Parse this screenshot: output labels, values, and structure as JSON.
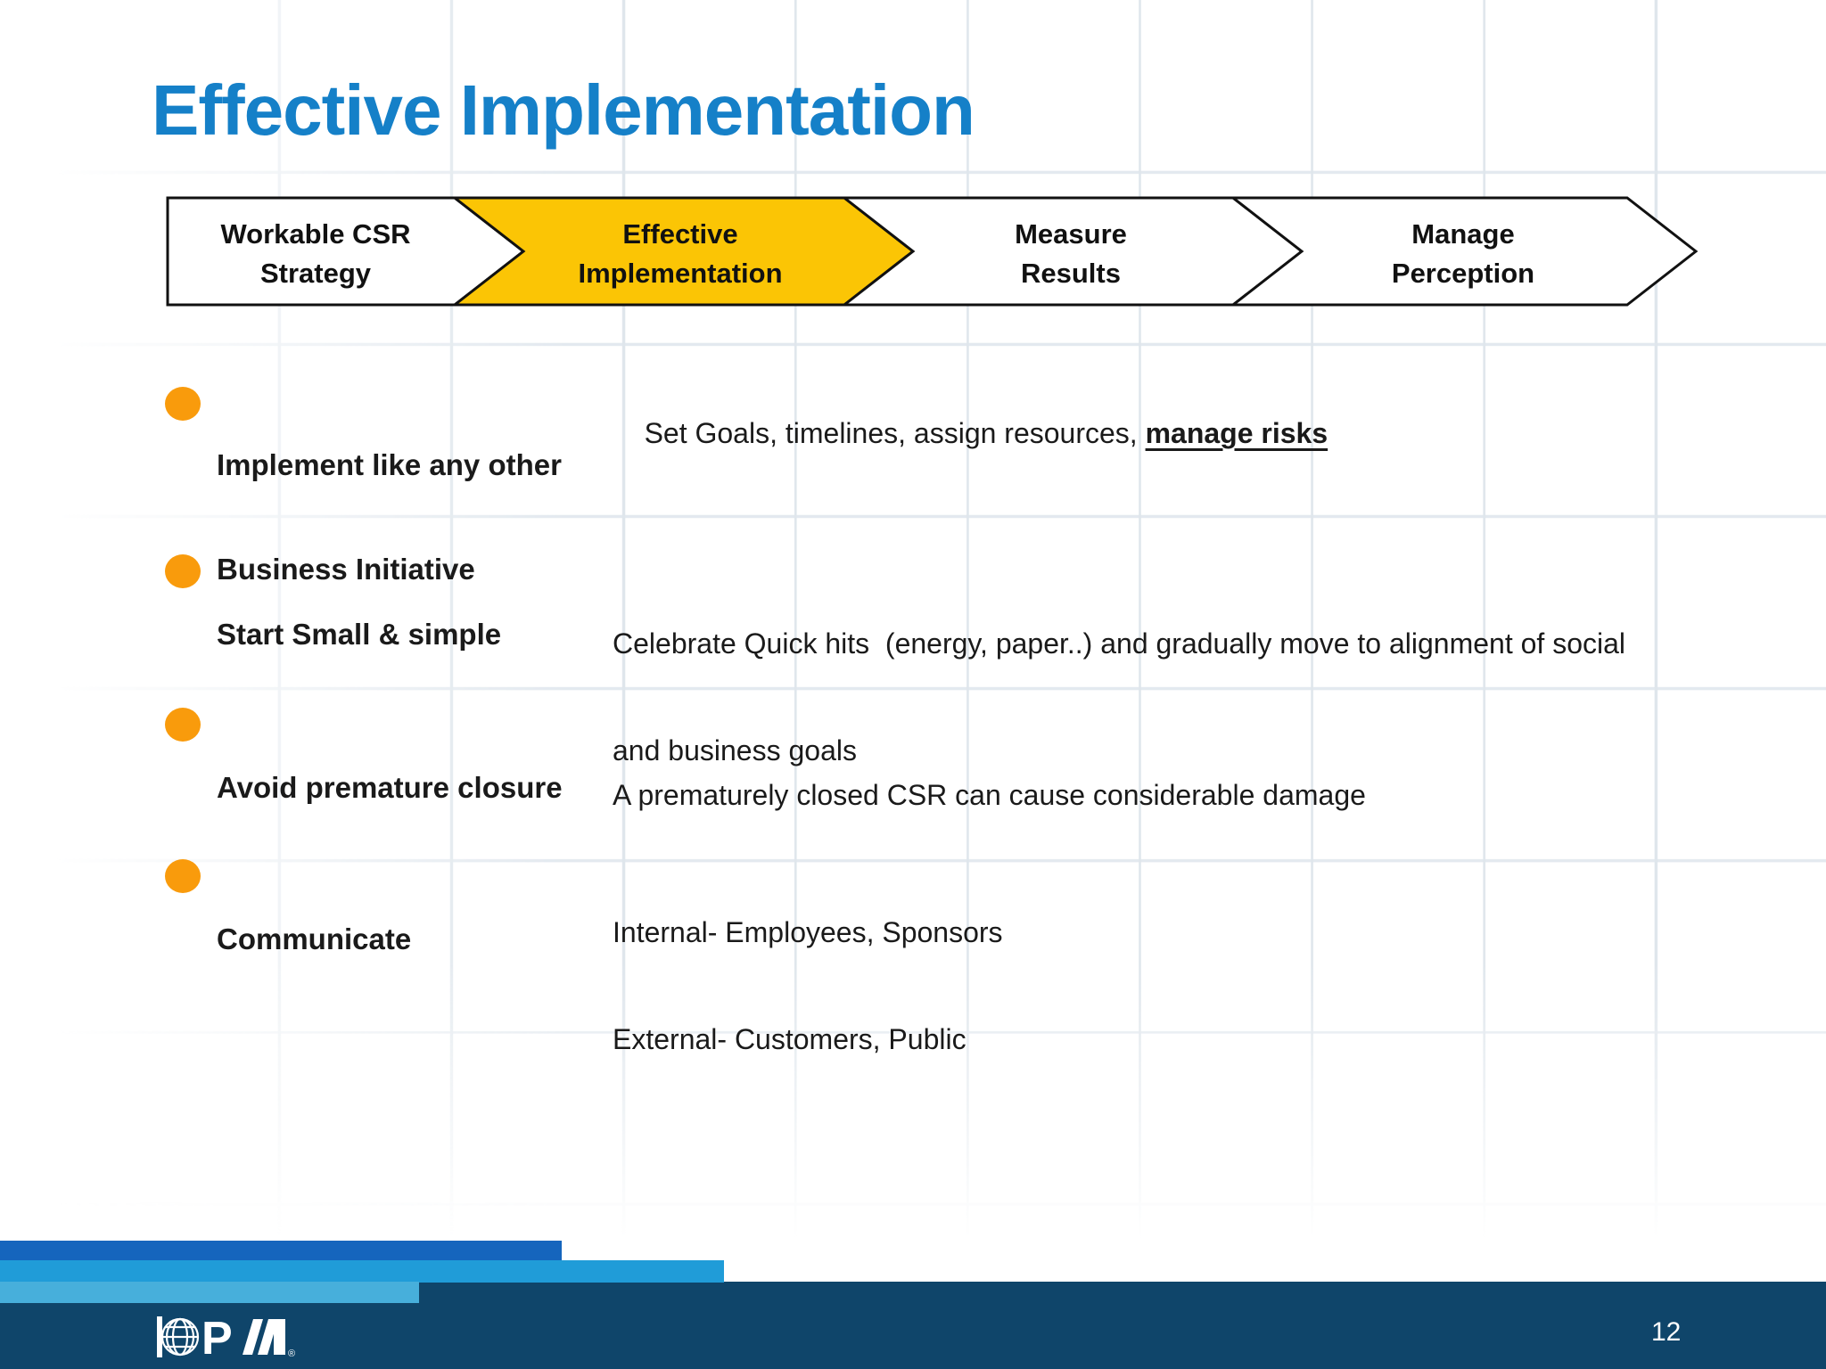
{
  "slide": {
    "title": "Effective Implementation"
  },
  "process_flow": {
    "steps": [
      {
        "line1": "Workable CSR",
        "line2": "Strategy",
        "state": "inactive"
      },
      {
        "line1": "Effective",
        "line2": "Implementation",
        "state": "active"
      },
      {
        "line1": "Measure",
        "line2": "Results",
        "state": "inactive"
      },
      {
        "line1": "Manage",
        "line2": "Perception",
        "state": "inactive"
      }
    ],
    "colors": {
      "active_fill": "#FBC505",
      "inactive_fill": "#FFFFFF",
      "outline": "#111111"
    }
  },
  "bullets": {
    "marker_color": "#F99B0C",
    "items": [
      {
        "heading_line1": "Implement like any other",
        "heading_line2": "Business Initiative",
        "desc_prefix": "Set Goals, timelines, assign resources, ",
        "desc_emphasis": "manage risks"
      },
      {
        "heading_line1": "Start Small & simple",
        "desc_line1": "Celebrate Quick hits  (energy, paper..) and gradually move to alignment of social",
        "desc_line2": "and business goals"
      },
      {
        "heading_line1": "Avoid premature closure",
        "desc_line1": "A prematurely closed CSR can cause considerable damage"
      },
      {
        "heading_line1": "Communicate",
        "desc_line1": "Internal- Employees, Sponsors",
        "desc_line2": "External- Customers, Public"
      }
    ]
  },
  "footer": {
    "logo": "PMI",
    "page_number": "12",
    "colors": {
      "bar1": "#1565BD",
      "bar2": "#209CD8",
      "bar3": "#47AFDB",
      "panel": "#0F456A"
    }
  },
  "theme": {
    "title_color": "#1580C8",
    "grid_line_color": "#E3E9EF",
    "text_color": "#1A1A1A"
  }
}
